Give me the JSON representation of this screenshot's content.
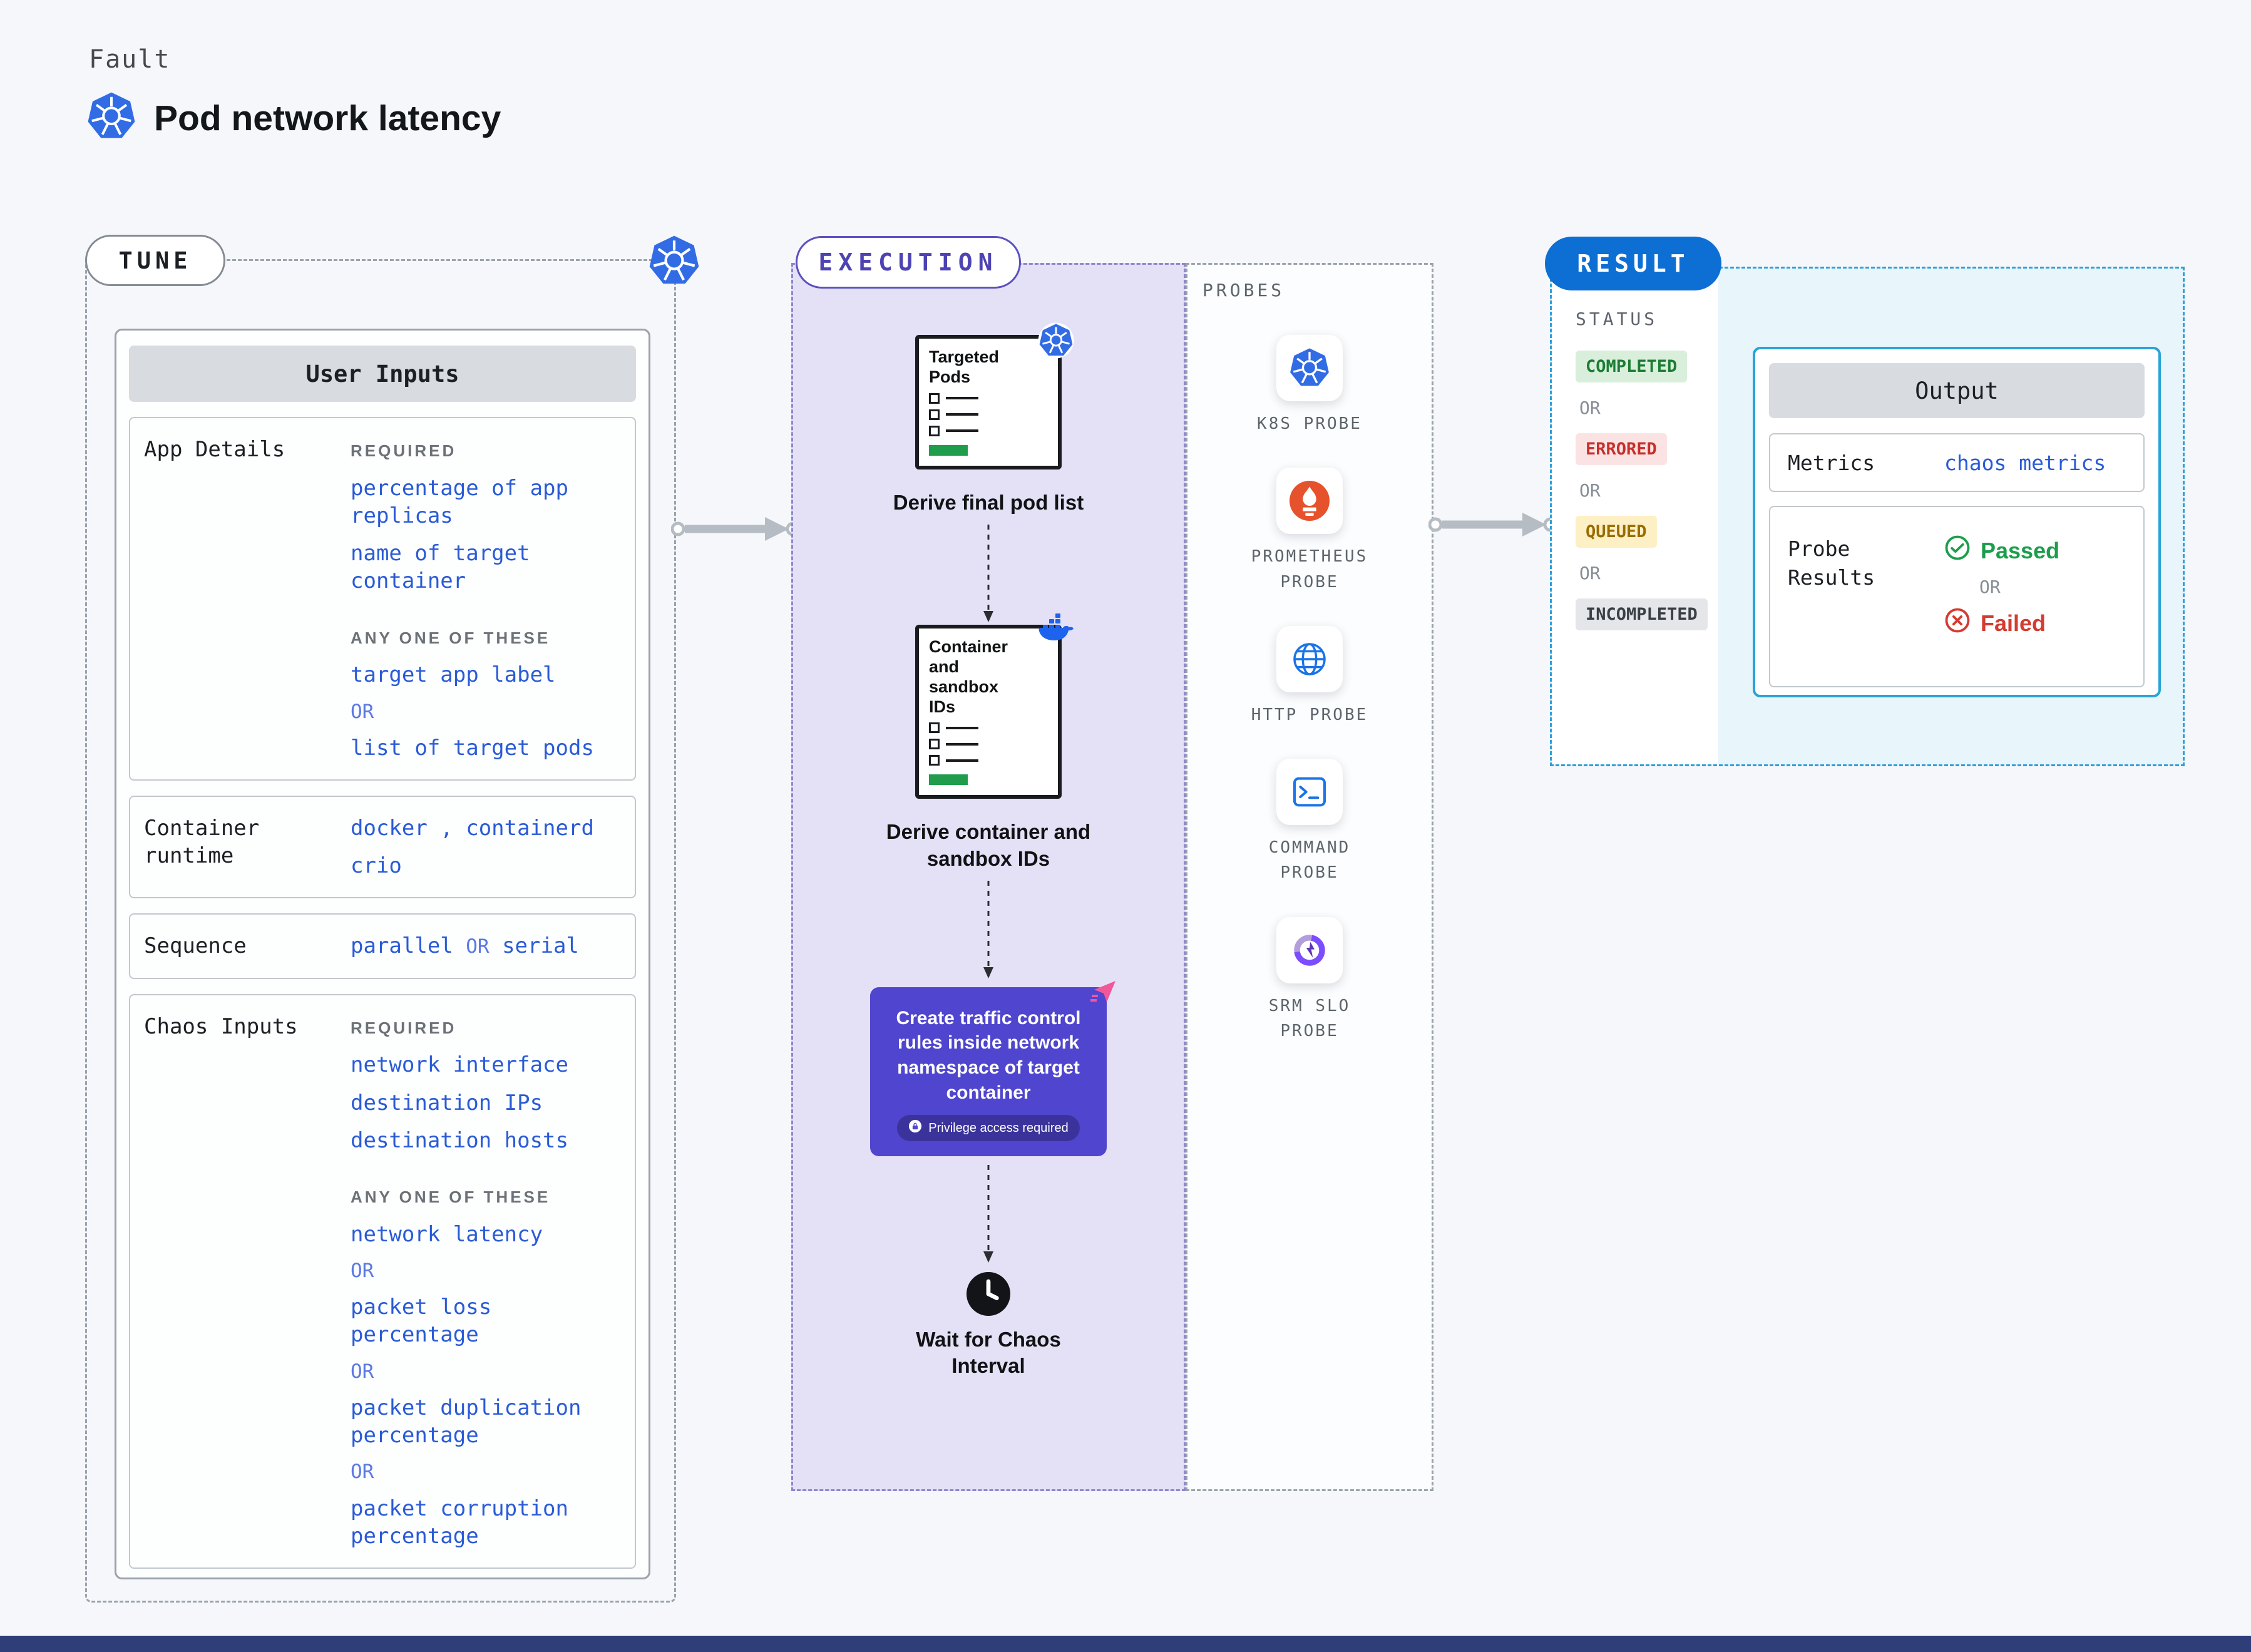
{
  "colors": {
    "page_bg": "#f5f7fa",
    "value_blue": "#2a5bd7",
    "or_blue": "#5b79e3",
    "execution_purple": "#4f45cf",
    "execution_fill": "#e4e1f6",
    "result_blue": "#0d6fd4",
    "result_fill": "#e8f5fb",
    "output_border": "#28a4d8",
    "success_green": "#1b9e4b",
    "error_red": "#d43c31",
    "queued_amber": "#9a6c00",
    "kubernetes_blue": "#326ce5",
    "docker_blue": "#1d63ed",
    "prometheus_orange": "#e6522c"
  },
  "header": {
    "eyebrow": "Fault",
    "title": "Pod network latency",
    "icon": "kubernetes-icon"
  },
  "tune": {
    "label": "TUNE",
    "panel_title": "User Inputs",
    "sections": {
      "app_details": {
        "label": "App Details",
        "required_label": "REQUIRED",
        "required_items": [
          "percentage of app replicas",
          "name of target container"
        ],
        "any_label": "ANY ONE OF THESE",
        "any_items": [
          "target app label",
          "list of target pods"
        ],
        "or": "OR"
      },
      "container_runtime": {
        "label": "Container runtime",
        "value_line1": "docker , containerd",
        "value_line2": "crio"
      },
      "sequence": {
        "label": "Sequence",
        "value1": "parallel",
        "or": "OR",
        "value2": "serial"
      },
      "chaos_inputs": {
        "label": "Chaos Inputs",
        "required_label": "REQUIRED",
        "required_items": [
          "network interface",
          "destination IPs",
          "destination hosts"
        ],
        "any_label": "ANY ONE OF THESE",
        "any_items": [
          "network latency",
          "packet loss percentage",
          "packet duplication percentage",
          "packet corruption percentage"
        ],
        "or": "OR"
      }
    }
  },
  "execution": {
    "label": "EXECUTION",
    "step1": {
      "clipboard_title": "Targeted\nPods",
      "caption": "Derive final pod list",
      "badge_icon": "kubernetes-icon"
    },
    "step2": {
      "clipboard_title": "Container\nand\nsandbox\nIDs",
      "caption": "Derive container and\nsandbox IDs",
      "badge_icon": "docker-icon"
    },
    "step3": {
      "text": "Create traffic control rules inside network namespace of target container",
      "badge": "Privilege access required",
      "badge_icon": "lock-icon",
      "corner_icon": "privileged-flag-icon"
    },
    "step4": {
      "caption": "Wait for Chaos\nInterval",
      "icon": "clock-icon"
    }
  },
  "probes": {
    "label": "PROBES",
    "items": [
      {
        "name": "K8S PROBE",
        "icon": "kubernetes-icon"
      },
      {
        "name": "PROMETHEUS\nPROBE",
        "icon": "prometheus-icon"
      },
      {
        "name": "HTTP PROBE",
        "icon": "globe-icon"
      },
      {
        "name": "COMMAND\nPROBE",
        "icon": "terminal-icon"
      },
      {
        "name": "SRM SLO\nPROBE",
        "icon": "slo-gauge-icon"
      }
    ]
  },
  "result": {
    "label": "RESULT",
    "status": {
      "title": "STATUS",
      "or": "OR",
      "badges": [
        "COMPLETED",
        "ERRORED",
        "QUEUED",
        "INCOMPLETED"
      ]
    },
    "output": {
      "title": "Output",
      "metrics_label": "Metrics",
      "metrics_value": "chaos metrics",
      "probe_results_label": "Probe\nResults",
      "passed": "Passed",
      "or": "OR",
      "failed": "Failed"
    }
  }
}
